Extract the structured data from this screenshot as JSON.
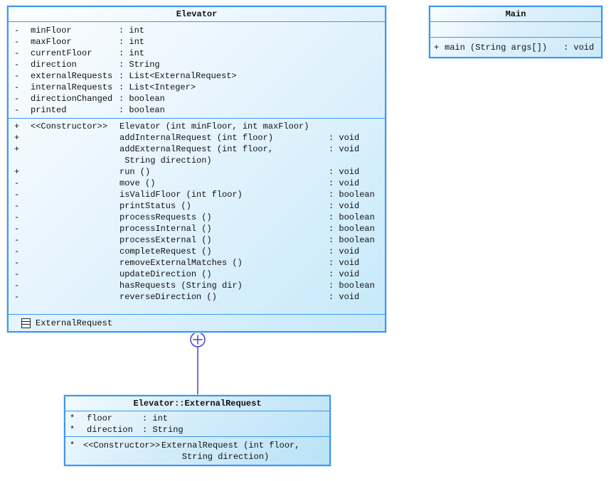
{
  "colors": {
    "box_border": "#3e97ef",
    "box_fill_light": "#fbfeff",
    "box_fill_dark": "#c6e9fa",
    "connector": "#4343cd",
    "text": "#111111"
  },
  "elevator": {
    "title": "Elevator",
    "fields": [
      {
        "m": "-",
        "n": "minFloor",
        "t": ": int"
      },
      {
        "m": "-",
        "n": "maxFloor",
        "t": ": int"
      },
      {
        "m": "-",
        "n": "currentFloor",
        "t": ": int"
      },
      {
        "m": "-",
        "n": "direction",
        "t": ": String"
      },
      {
        "m": "-",
        "n": "externalRequests",
        "t": ": List<ExternalRequest>"
      },
      {
        "m": "-",
        "n": "internalRequests",
        "t": ": List<Integer>"
      },
      {
        "m": "-",
        "n": "directionChanged",
        "t": ": boolean"
      },
      {
        "m": "-",
        "n": "printed",
        "t": ": boolean"
      }
    ],
    "methods": [
      {
        "m": "+",
        "s": "<<Constructor>>",
        "n": "Elevator (int minFloor, int maxFloor)",
        "t": ""
      },
      {
        "m": "+",
        "s": "",
        "n": "addInternalRequest (int floor)",
        "t": ": void"
      },
      {
        "m": "+",
        "s": "",
        "n": "addExternalRequest (int floor,\n String direction)",
        "t": ": void"
      },
      {
        "m": "+",
        "s": "",
        "n": "run ()",
        "t": ": void"
      },
      {
        "m": "-",
        "s": "",
        "n": "move ()",
        "t": ": void"
      },
      {
        "m": "-",
        "s": "",
        "n": "isValidFloor (int floor)",
        "t": ": boolean"
      },
      {
        "m": "-",
        "s": "",
        "n": "printStatus ()",
        "t": ": void"
      },
      {
        "m": "-",
        "s": "",
        "n": "processRequests ()",
        "t": ": boolean"
      },
      {
        "m": "-",
        "s": "",
        "n": "processInternal ()",
        "t": ": boolean"
      },
      {
        "m": "-",
        "s": "",
        "n": "processExternal ()",
        "t": ": boolean"
      },
      {
        "m": "-",
        "s": "",
        "n": "completeRequest ()",
        "t": ": void"
      },
      {
        "m": "-",
        "s": "",
        "n": "removeExternalMatches ()",
        "t": ": void"
      },
      {
        "m": "-",
        "s": "",
        "n": "updateDirection ()",
        "t": ": void"
      },
      {
        "m": "-",
        "s": "",
        "n": "hasRequests (String dir)",
        "t": ": boolean"
      },
      {
        "m": "-",
        "s": "",
        "n": "reverseDirection ()",
        "t": ": void"
      }
    ],
    "nested_class_label": "ExternalRequest"
  },
  "main": {
    "title": "Main",
    "methods": [
      {
        "m": "+",
        "n": "main (String args[])",
        "t": ": void"
      }
    ]
  },
  "external_request": {
    "title": "Elevator::ExternalRequest",
    "fields": [
      {
        "m": "*",
        "n": "floor",
        "t": ": int"
      },
      {
        "m": "*",
        "n": "direction",
        "t": ": String"
      }
    ],
    "methods": [
      {
        "m": "*",
        "s": "<<Constructor>>",
        "n": "ExternalRequest (int floor,\n    String direction)",
        "t": ""
      }
    ]
  }
}
